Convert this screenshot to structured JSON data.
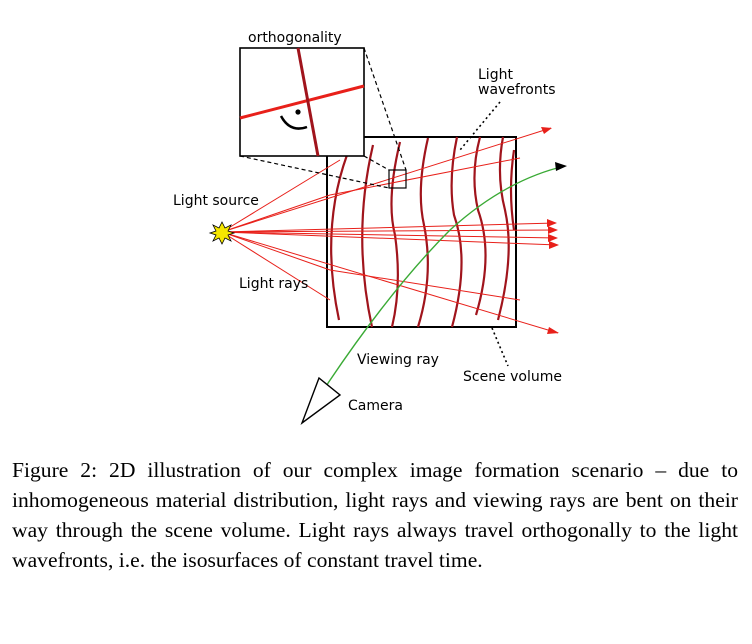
{
  "labels": {
    "orthogonality": "orthogonality",
    "light_wavefronts_1": "Light",
    "light_wavefronts_2": "wavefronts",
    "light_source": "Light source",
    "light_rays": "Light rays",
    "viewing_ray": "Viewing ray",
    "scene_volume": "Scene volume",
    "camera": "Camera"
  },
  "caption": "Figure 2: 2D illustration of our complex image formation scenario – due to inhomogeneous material distribution, light rays and viewing rays are bent on their way through the scene volume. Light rays always travel orthogonally to the light wavefronts, i.e. the isosurfaces of constant travel time.",
  "colors": {
    "light_ray": "#e8201a",
    "wavefront": "#a0141c",
    "viewing_ray": "#3aaa35",
    "source_star": "#f5e600"
  }
}
